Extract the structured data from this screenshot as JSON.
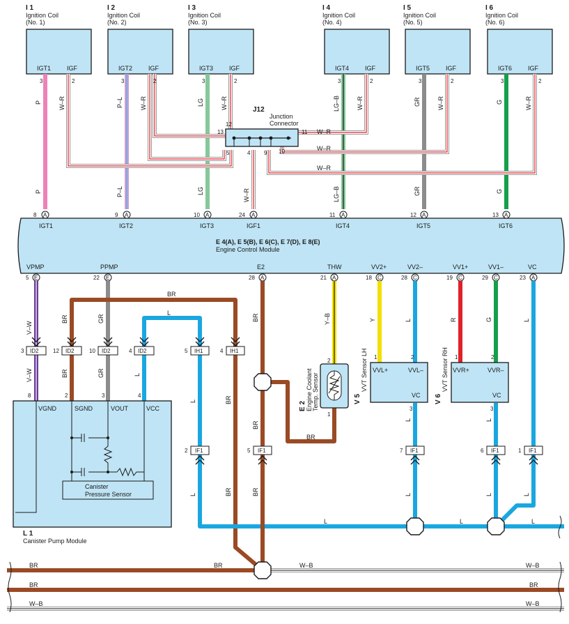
{
  "colors": {
    "component_fill": "#bfe4f5",
    "wire_P": "#ee82b8",
    "wire_PL": "#c8a2d6",
    "wire_LG": "#86c89a",
    "wire_LGB": "#6fb383",
    "wire_GR": "#8c8c8c",
    "wire_G": "#14a04a",
    "wire_L": "#1aa7e0",
    "wire_BR": "#9a4a24",
    "wire_Y": "#f2e000",
    "wire_R": "#e0222a",
    "wire_V": "#6a3d9a",
    "wire_WR_stripe": "#e0222a",
    "wire_WB_stripe": "#1a1a1a"
  },
  "coils": [
    {
      "id": "I 1",
      "title": "Ignition Coil",
      "sub": "(No. 1)",
      "pin_a_label": "IGT1",
      "pin_b_label": "IGF",
      "pin_a": "3",
      "pin_b": "2",
      "wire_a": "P",
      "wire_b": "W–R"
    },
    {
      "id": "I 2",
      "title": "Ignition Coil",
      "sub": "(No. 2)",
      "pin_a_label": "IGT2",
      "pin_b_label": "IGF",
      "pin_a": "3",
      "pin_b": "2",
      "wire_a": "P–L",
      "wire_b": "W–R"
    },
    {
      "id": "I 3",
      "title": "Ignition Coil",
      "sub": "(No. 3)",
      "pin_a_label": "IGT3",
      "pin_b_label": "IGF",
      "pin_a": "3",
      "pin_b": "2",
      "wire_a": "LG",
      "wire_b": "W–R"
    },
    {
      "id": "I 4",
      "title": "Ignition Coil",
      "sub": "(No. 4)",
      "pin_a_label": "IGT4",
      "pin_b_label": "IGF",
      "pin_a": "3",
      "pin_b": "2",
      "wire_a": "LG–B",
      "wire_b": "W–R"
    },
    {
      "id": "I 5",
      "title": "Ignition Coil",
      "sub": "(No. 5)",
      "pin_a_label": "IGT5",
      "pin_b_label": "IGF",
      "pin_a": "3",
      "pin_b": "2",
      "wire_a": "GR",
      "wire_b": "W–R"
    },
    {
      "id": "I 6",
      "title": "Ignition Coil",
      "sub": "(No. 6)",
      "pin_a_label": "IGT6",
      "pin_b_label": "IGF",
      "pin_a": "3",
      "pin_b": "2",
      "wire_a": "G",
      "wire_b": "W–R"
    }
  ],
  "junction": {
    "id": "J12",
    "title_1": "Junction",
    "title_2": "Connector",
    "pins": [
      "12",
      "13",
      "11",
      "5",
      "4",
      "9",
      "10"
    ],
    "wire_labels": [
      "W–R",
      "W–R",
      "W–R",
      "W–R"
    ]
  },
  "ecm": {
    "title": "E 4(A), E 5(B), E 6(C), E 7(D), E 8(E)",
    "subtitle": "Engine Control Module",
    "top_terminals": [
      {
        "pin": "8",
        "conn": "A",
        "label": "IGT1",
        "wire": "P"
      },
      {
        "pin": "9",
        "conn": "A",
        "label": "IGT2",
        "wire": "P–L"
      },
      {
        "pin": "10",
        "conn": "A",
        "label": "IGT3",
        "wire": "LG"
      },
      {
        "pin": "24",
        "conn": "A",
        "label": "IGF1",
        "wire": "W–R"
      },
      {
        "pin": "11",
        "conn": "A",
        "label": "IGT4",
        "wire": "LG–B"
      },
      {
        "pin": "12",
        "conn": "A",
        "label": "IGT5",
        "wire": "GR"
      },
      {
        "pin": "13",
        "conn": "A",
        "label": "IGT6",
        "wire": "G"
      }
    ],
    "bottom_terminals": [
      {
        "pin": "5",
        "conn": "E",
        "label": "VPMP",
        "wire": "V–W"
      },
      {
        "pin": "22",
        "conn": "E",
        "label": "PPMP",
        "wire": "GR"
      },
      {
        "pin": "28",
        "conn": "A",
        "label": "E2",
        "wire": "BR"
      },
      {
        "pin": "21",
        "conn": "A",
        "label": "THW",
        "wire": "Y–B"
      },
      {
        "pin": "18",
        "conn": "C",
        "label": "VV2+",
        "wire": "Y"
      },
      {
        "pin": "28",
        "conn": "C",
        "label": "VV2–",
        "wire": "L"
      },
      {
        "pin": "19",
        "conn": "C",
        "label": "VV1+",
        "wire": "R"
      },
      {
        "pin": "29",
        "conn": "C",
        "label": "VV1–",
        "wire": "G"
      },
      {
        "pin": "23",
        "conn": "A",
        "label": "VC",
        "wire": "L"
      }
    ]
  },
  "inline_connectors": [
    {
      "pin": "3",
      "name": "ID2"
    },
    {
      "pin": "12",
      "name": "ID2"
    },
    {
      "pin": "10",
      "name": "ID2"
    },
    {
      "pin": "4",
      "name": "ID2"
    },
    {
      "pin": "5",
      "name": "IH1"
    },
    {
      "pin": "4",
      "name": "IH1"
    }
  ],
  "lower_connectors": [
    {
      "pin": "2",
      "name": "IF1"
    },
    {
      "pin": "5",
      "name": "IF1"
    },
    {
      "pin": "7",
      "name": "IF1"
    },
    {
      "pin": "6",
      "name": "IF1"
    },
    {
      "pin": "1",
      "name": "IF1"
    }
  ],
  "canister_module": {
    "id": "L 1",
    "title": "Canister Pump Module",
    "pins": [
      {
        "pin": "8",
        "label": "VGND"
      },
      {
        "pin": "2",
        "label": "SGND"
      },
      {
        "pin": "3",
        "label": "VOUT"
      },
      {
        "pin": "4",
        "label": "VCC"
      }
    ],
    "sensor_line1": "Canister",
    "sensor_line2": "Pressure Sensor"
  },
  "coolant_sensor": {
    "id": "E 2",
    "line1": "Engine Coolant",
    "line2": "Temp. Sensor",
    "pin_top": "2",
    "pin_bottom": "1"
  },
  "vvt_lh": {
    "id": "V 5",
    "title": "VVT Sensor LH",
    "pin1": "1",
    "pin1_label": "VVL+",
    "pin2": "2",
    "pin2_label": "VVL–",
    "pin3": "3",
    "pin3_label": "VC"
  },
  "vvt_rh": {
    "id": "V 6",
    "title": "VVT Sensor RH",
    "pin1": "1",
    "pin1_label": "VVR+",
    "pin2": "2",
    "pin2_label": "VVR–",
    "pin3": "3",
    "pin3_label": "VC"
  },
  "wire_labels": {
    "V_W": "V–W",
    "BR": "BR",
    "GR": "GR",
    "L": "L",
    "Y_B": "Y–B",
    "Y": "Y",
    "R": "R",
    "G": "G",
    "W_B": "W–B"
  }
}
